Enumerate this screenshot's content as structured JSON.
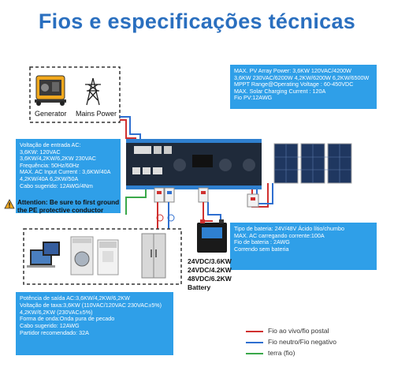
{
  "title": "Fios e especificações técnicas",
  "sources": {
    "generator_label": "Generator",
    "mains_label": "Mains Power"
  },
  "pv_box": {
    "lines": [
      "MAX. PV Array Power: 3,6KW 120VAC/4200W",
      "3,6KW 230VAC/6200W 4,2KW/6200W 6,2KW/6500W",
      "MPPT Range@Operating Voltage : 60-450VDC",
      "MAX. Solar Charging Current : 120A",
      "Fio PV:12AWG"
    ]
  },
  "ac_input_box": {
    "lines": [
      "Voltação de entrada AC:",
      "3,6KW: 120VAC",
      "3,6KW/4,2KW/6,2KW 230VAC",
      "Frequência: 50Hz/60Hz",
      "MAX. AC Input Current : 3,6KW/40A",
      "4,2KW/40A 6,2KW/50A",
      "Cabo sugerido: 12AWG/4Nm"
    ]
  },
  "warning": {
    "line1": "Attention: Be sure to first ground",
    "line2": "the PE protective conductor"
  },
  "battery_box": {
    "lines": [
      "Tipo de bateria: 24V/48V Ácido lítio/chumbo",
      "MAX. AC carregando corrente:100A",
      "Fio de bateria : 2AWG",
      "Correndo sem bateria"
    ]
  },
  "battery_spec": {
    "lines": [
      "24VDC/3.6KW",
      "24VDC/4.2KW",
      "48VDC/6.2KW",
      "Battery"
    ]
  },
  "ac_output_box": {
    "lines": [
      "Potência de saída AC:3,6KW/4,2KW/6,2KW",
      "Voltação de taxa:3,6KW (110VAC/120VAC 230VAC±5%)",
      "4,2KW/6,2KW (230VAC±5%)",
      "Forma de onda:Onda pura de pecado",
      "Cabo sugerido: 12AWG",
      "Partidor recomendado: 32A"
    ]
  },
  "legend": {
    "items": [
      {
        "label": "Fio ao vivo/fio postal",
        "color": "#d0302f"
      },
      {
        "label": "Fio neutro/Fio negativo",
        "color": "#2f6fd0"
      },
      {
        "label": "terra (fio)",
        "color": "#3aa84a"
      }
    ]
  },
  "colors": {
    "accent": "#2a6fbf",
    "info_box": "#2f9fe8",
    "inverter_body": "#1f2a3a",
    "inverter_stripe": "#2f80d0",
    "panel": "#1f3760"
  }
}
